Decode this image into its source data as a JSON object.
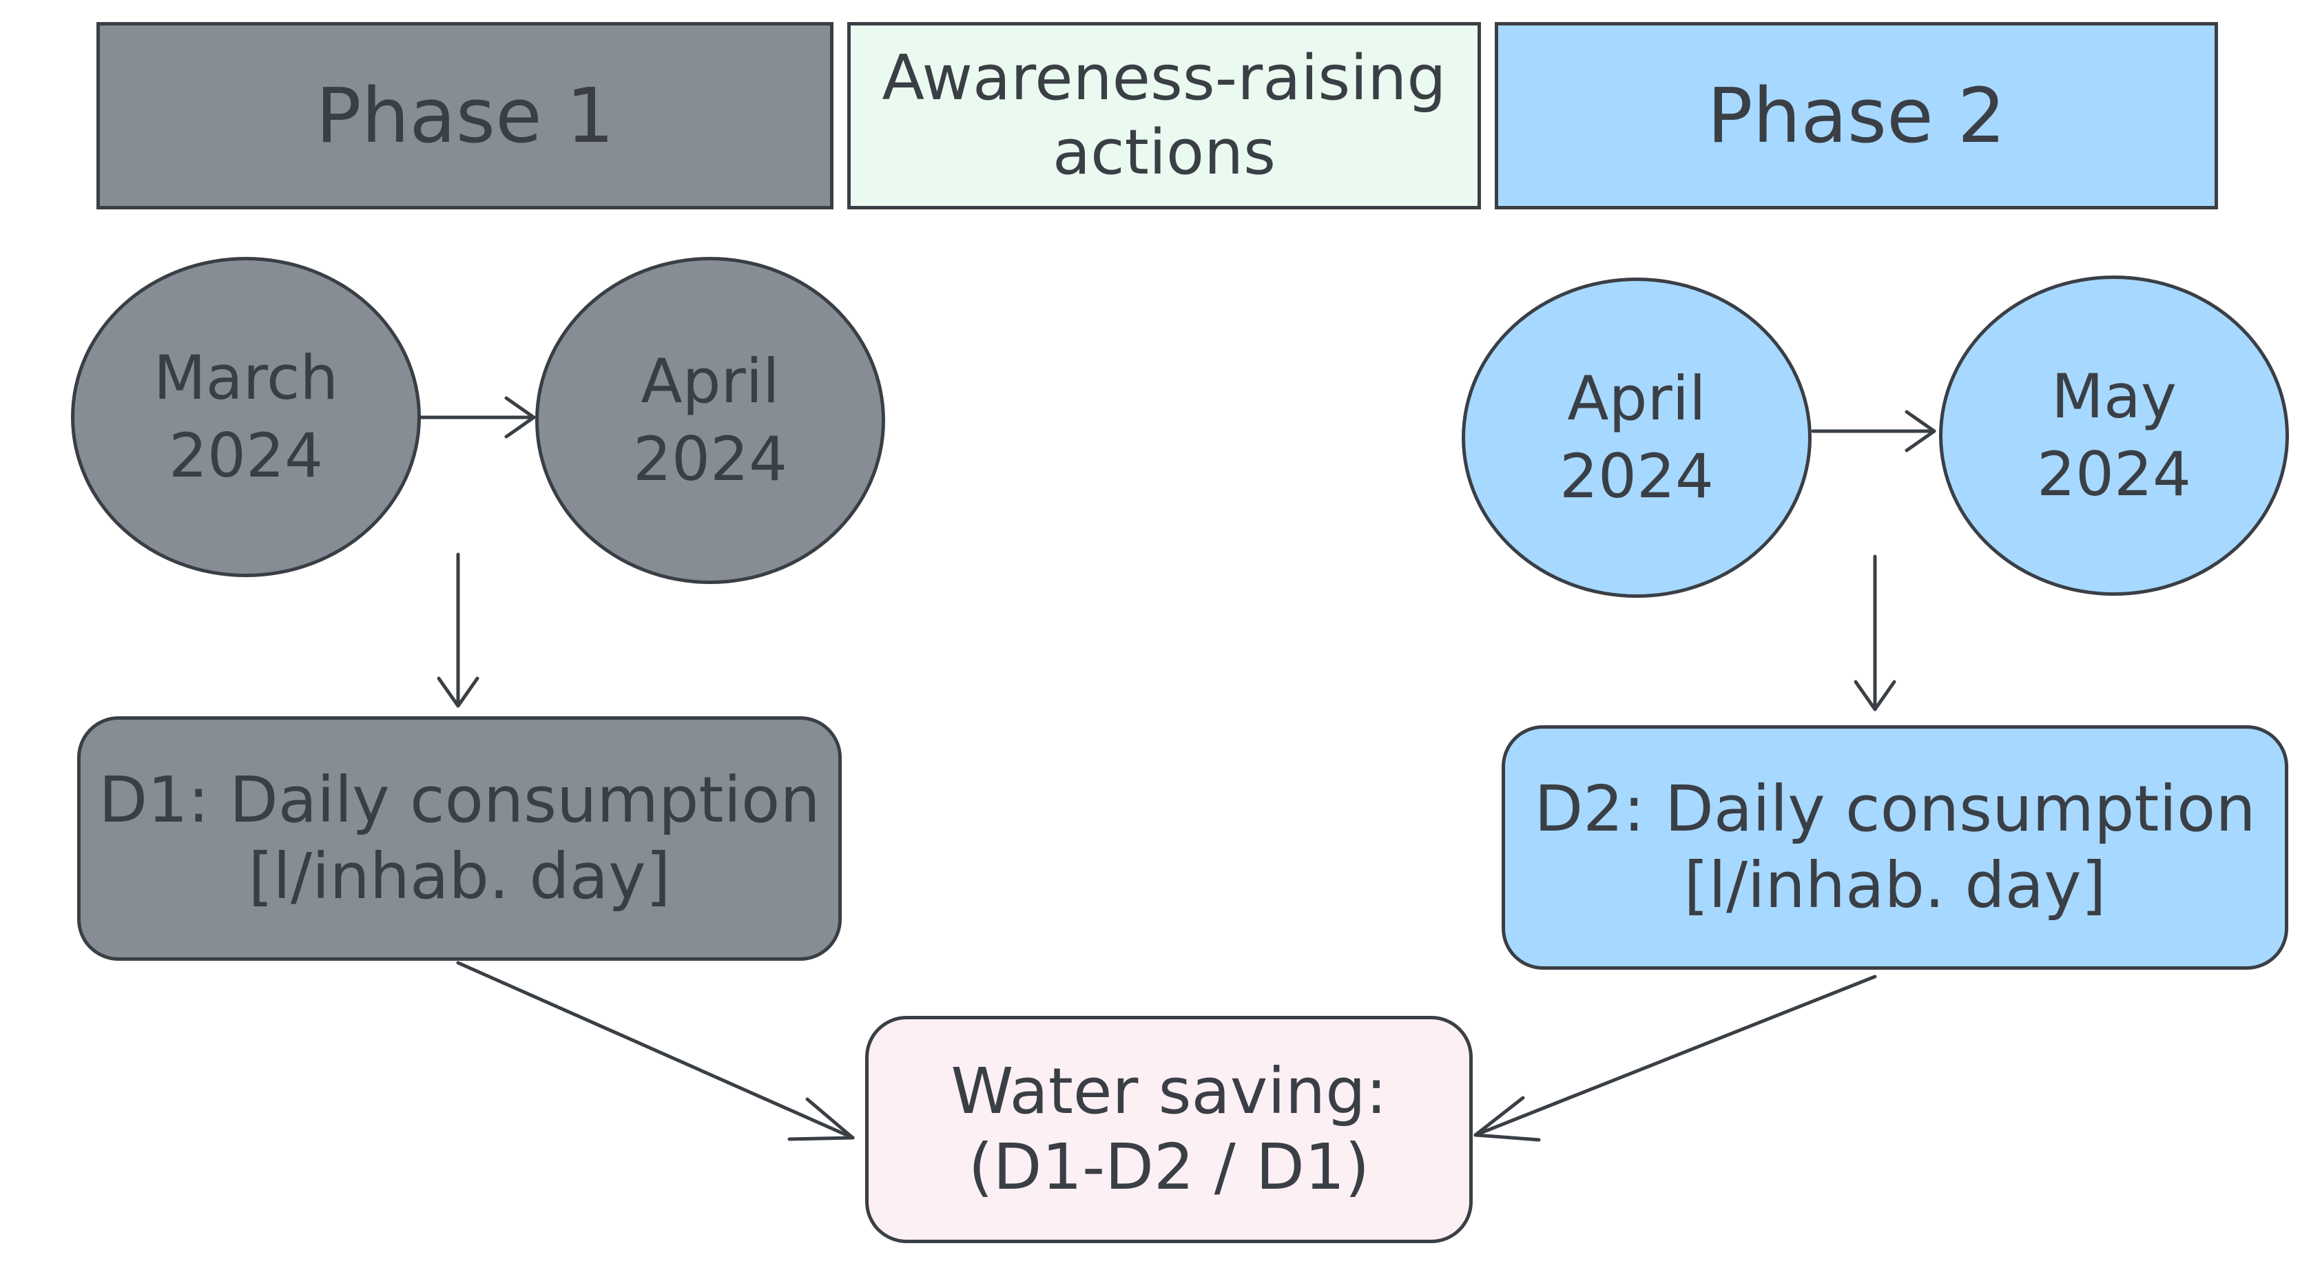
{
  "header": {
    "phase1": "Phase 1",
    "awareness": {
      "line1": "Awareness-raising",
      "line2": "actions"
    },
    "phase2": "Phase 2"
  },
  "phase1": {
    "start": {
      "month": "March",
      "year": "2024"
    },
    "end": {
      "month": "April",
      "year": "2024"
    },
    "result": {
      "line1": "D1: Daily consumption",
      "line2": "[l/inhab. day]"
    }
  },
  "phase2": {
    "start": {
      "month": "April",
      "year": "2024"
    },
    "end": {
      "month": "May",
      "year": "2024"
    },
    "result": {
      "line1": "D2: Daily consumption",
      "line2": "[l/inhab. day]"
    }
  },
  "saving": {
    "line1": "Water saving:",
    "line2": "(D1-D2 / D1)"
  },
  "colors": {
    "phase1_fill": "#868d95",
    "phase2_fill": "#a7d8ff",
    "awareness_fill": "#ebfaf0",
    "saving_fill": "#fdf0f5",
    "stroke": "#3a3f45"
  }
}
